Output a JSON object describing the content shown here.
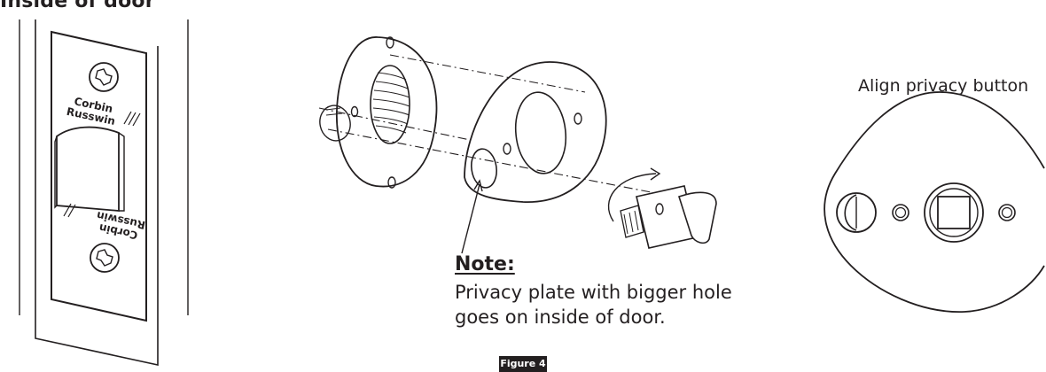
{
  "heading": "Inside of door",
  "strike_brand": {
    "line1": "Corbin",
    "line2": "Russwin"
  },
  "align_label": "Align privacy button",
  "note": {
    "title": "Note:",
    "body": "Privacy plate with bigger hole goes on inside of door."
  },
  "figure_label": "Figure 4"
}
